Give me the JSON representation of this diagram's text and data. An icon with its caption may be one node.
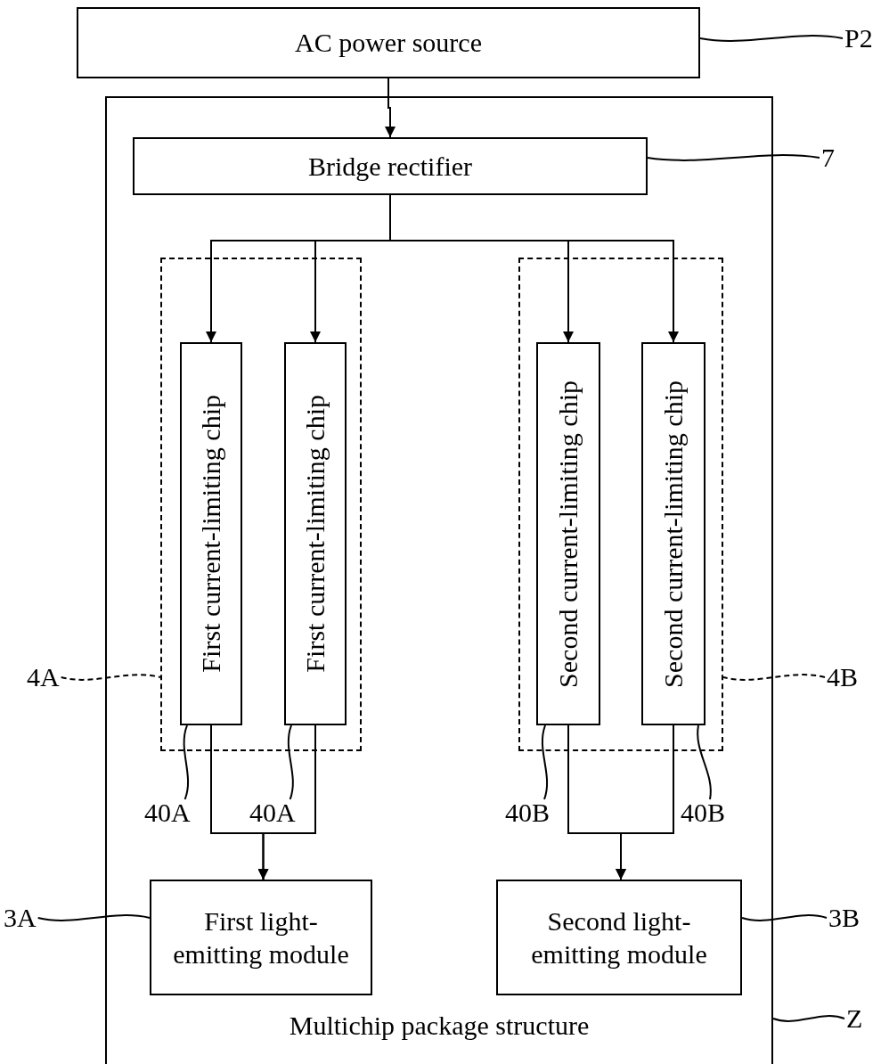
{
  "diagram": {
    "nodes": [
      {
        "text": [
          "AC power source"
        ]
      },
      {
        "text": [
          "Multichip package structure"
        ]
      },
      {
        "text": [
          "Bridge rectifier"
        ],
        "in": 1
      },
      {
        "text": [],
        "shape": "box",
        "in": 1
      },
      {
        "text": [
          "First current-limiting chip"
        ],
        "in": 3
      },
      {
        "text": [
          "First current-limiting chip"
        ],
        "in": 3
      },
      {
        "text": [],
        "shape": "box",
        "in": 1
      },
      {
        "text": [
          "Second current-limiting chip"
        ],
        "in": 6
      },
      {
        "text": [
          "Second current-limiting chip"
        ],
        "in": 6
      },
      {
        "text": [
          "First light- emitting module"
        ],
        "in": 1
      },
      {
        "text": [
          "Second light- emitting module"
        ],
        "in": 1
      },
      {
        "text": [
          "P2"
        ]
      },
      {
        "text": [
          "7"
        ]
      },
      {
        "text": [
          "4A"
        ]
      },
      {
        "text": [
          "4B"
        ]
      },
      {
        "text": [
          "40A"
        ],
        "in": 1
      },
      {
        "text": [
          "40A"
        ],
        "in": 1
      },
      {
        "text": [
          "40B"
        ],
        "in": 1
      },
      {
        "text": [
          "40B"
        ],
        "in": 1
      },
      {
        "text": [
          "3A"
        ]
      },
      {
        "text": [
          "3B"
        ]
      },
      {
        "text": [
          "Z"
        ]
      }
    ],
    "edges": [
      {
        "from": 0,
        "to": 2,
        "arrow": "to"
      },
      {
        "from": 2,
        "to": 4,
        "arrow": "to"
      },
      {
        "from": 2,
        "to": 5,
        "arrow": "to"
      },
      {
        "from": 2,
        "to": 7,
        "arrow": "to"
      },
      {
        "from": 2,
        "to": 8,
        "arrow": "to"
      },
      {
        "from": 4,
        "to": 9,
        "arrow": "to"
      },
      {
        "from": 5,
        "to": 9,
        "arrow": "to"
      },
      {
        "from": 7,
        "to": 10,
        "arrow": "to"
      },
      {
        "from": 8,
        "to": 10,
        "arrow": "to"
      },
      {
        "from": 11,
        "to": 0,
        "arrow": "none"
      },
      {
        "from": 12,
        "to": 2,
        "arrow": "none"
      },
      {
        "from": 13,
        "to": 3,
        "arrow": "none",
        "style": "dashed"
      },
      {
        "from": 14,
        "to": 6,
        "arrow": "none",
        "style": "dashed"
      },
      {
        "from": 15,
        "to": 4,
        "arrow": "none"
      },
      {
        "from": 16,
        "to": 5,
        "arrow": "none"
      },
      {
        "from": 17,
        "to": 7,
        "arrow": "none"
      },
      {
        "from": 18,
        "to": 8,
        "arrow": "none"
      },
      {
        "from": 19,
        "to": 9,
        "arrow": "none"
      },
      {
        "from": 20,
        "to": 10,
        "arrow": "none"
      },
      {
        "from": 21,
        "to": 1,
        "arrow": "none"
      }
    ]
  }
}
